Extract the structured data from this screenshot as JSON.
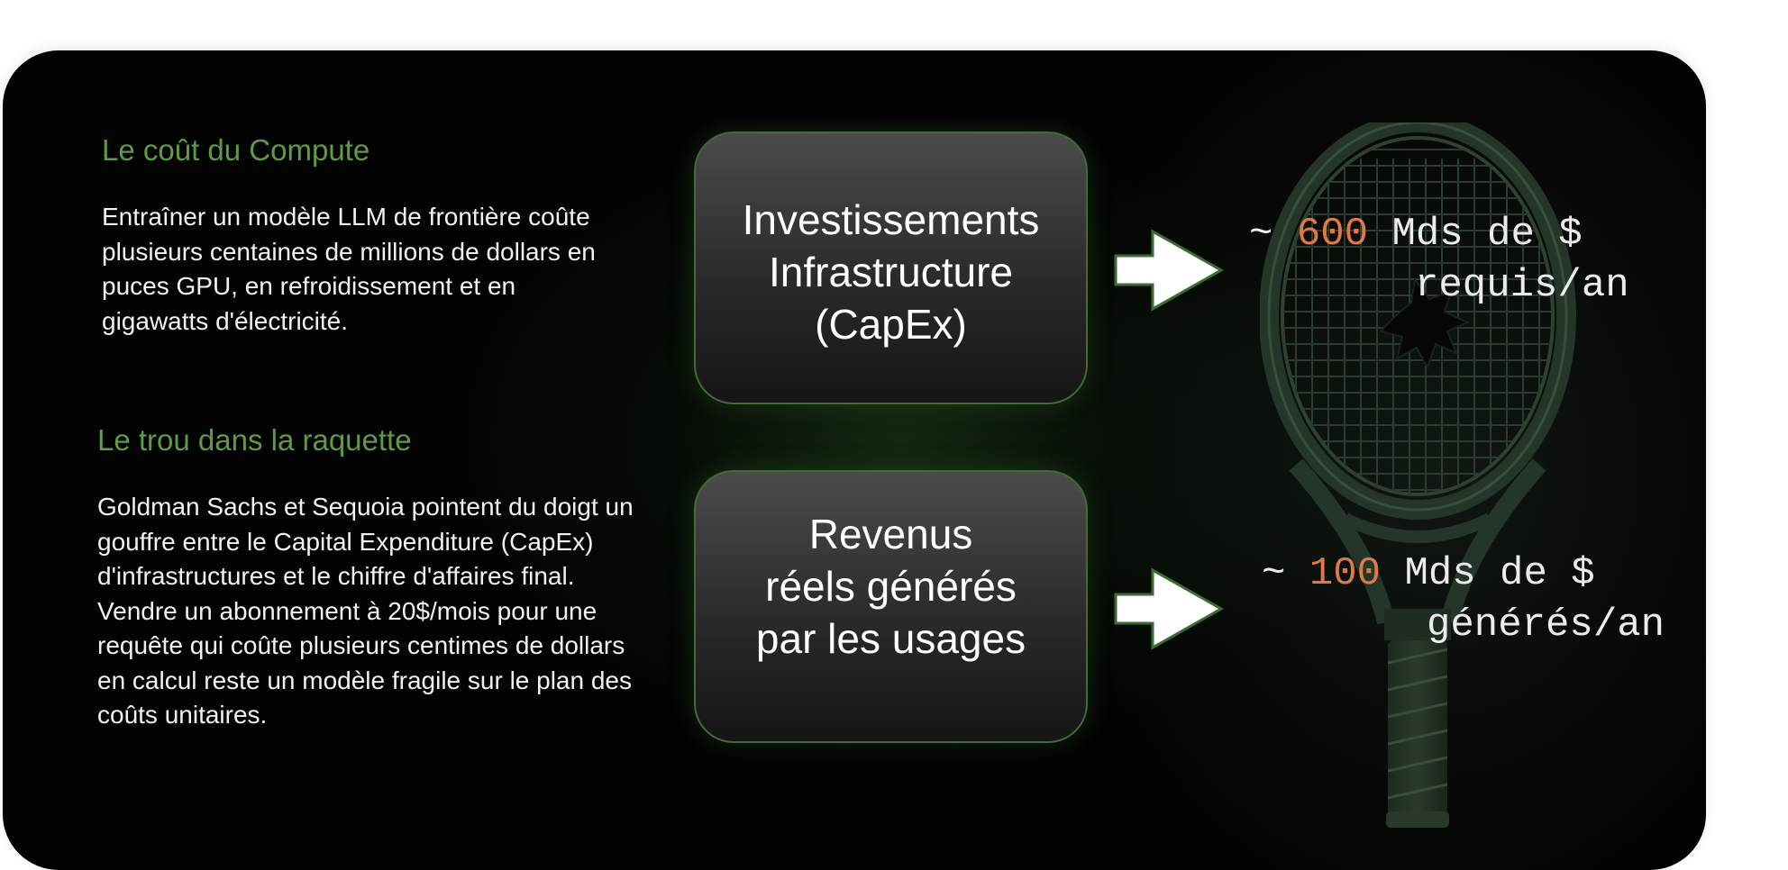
{
  "left_column": {
    "section1": {
      "heading": "Le coût du Compute",
      "text": "Entraîner un modèle LLM de frontière coûte plusieurs centaines de millions de dollars en puces GPU, en refroidissement et en gigawatts d'électricité."
    },
    "section2": {
      "heading": "Le trou dans la raquette",
      "text": "Goldman Sachs et Sequoia pointent du doigt un gouffre entre le Capital Expenditure (CapEx) d'infrastructures et le chiffre d'affaires final. Vendre un abonnement à 20$/mois pour une requête qui coûte plusieurs centimes de dollars en calcul reste un modèle fragile sur le plan des coûts unitaires."
    }
  },
  "boxes": {
    "capex": "Investissements\nInfrastructure\n(CapEx)",
    "revenue": "Revenus\nréels générés\npar les usages"
  },
  "values": {
    "capex": {
      "tilde": "~",
      "number": "600",
      "unit": "Mds de $",
      "suffix": "requis/an"
    },
    "revenue": {
      "tilde": "~",
      "number": "100",
      "unit": "Mds de $",
      "suffix": "générés/an"
    }
  },
  "icons": {
    "arrow": "right-arrow-icon",
    "background": "broken-tennis-racket-icon"
  },
  "colors": {
    "heading": "#5f9a48",
    "number_accent": "#e07a45",
    "box_border": "#3f6d35",
    "background": "#020302"
  }
}
